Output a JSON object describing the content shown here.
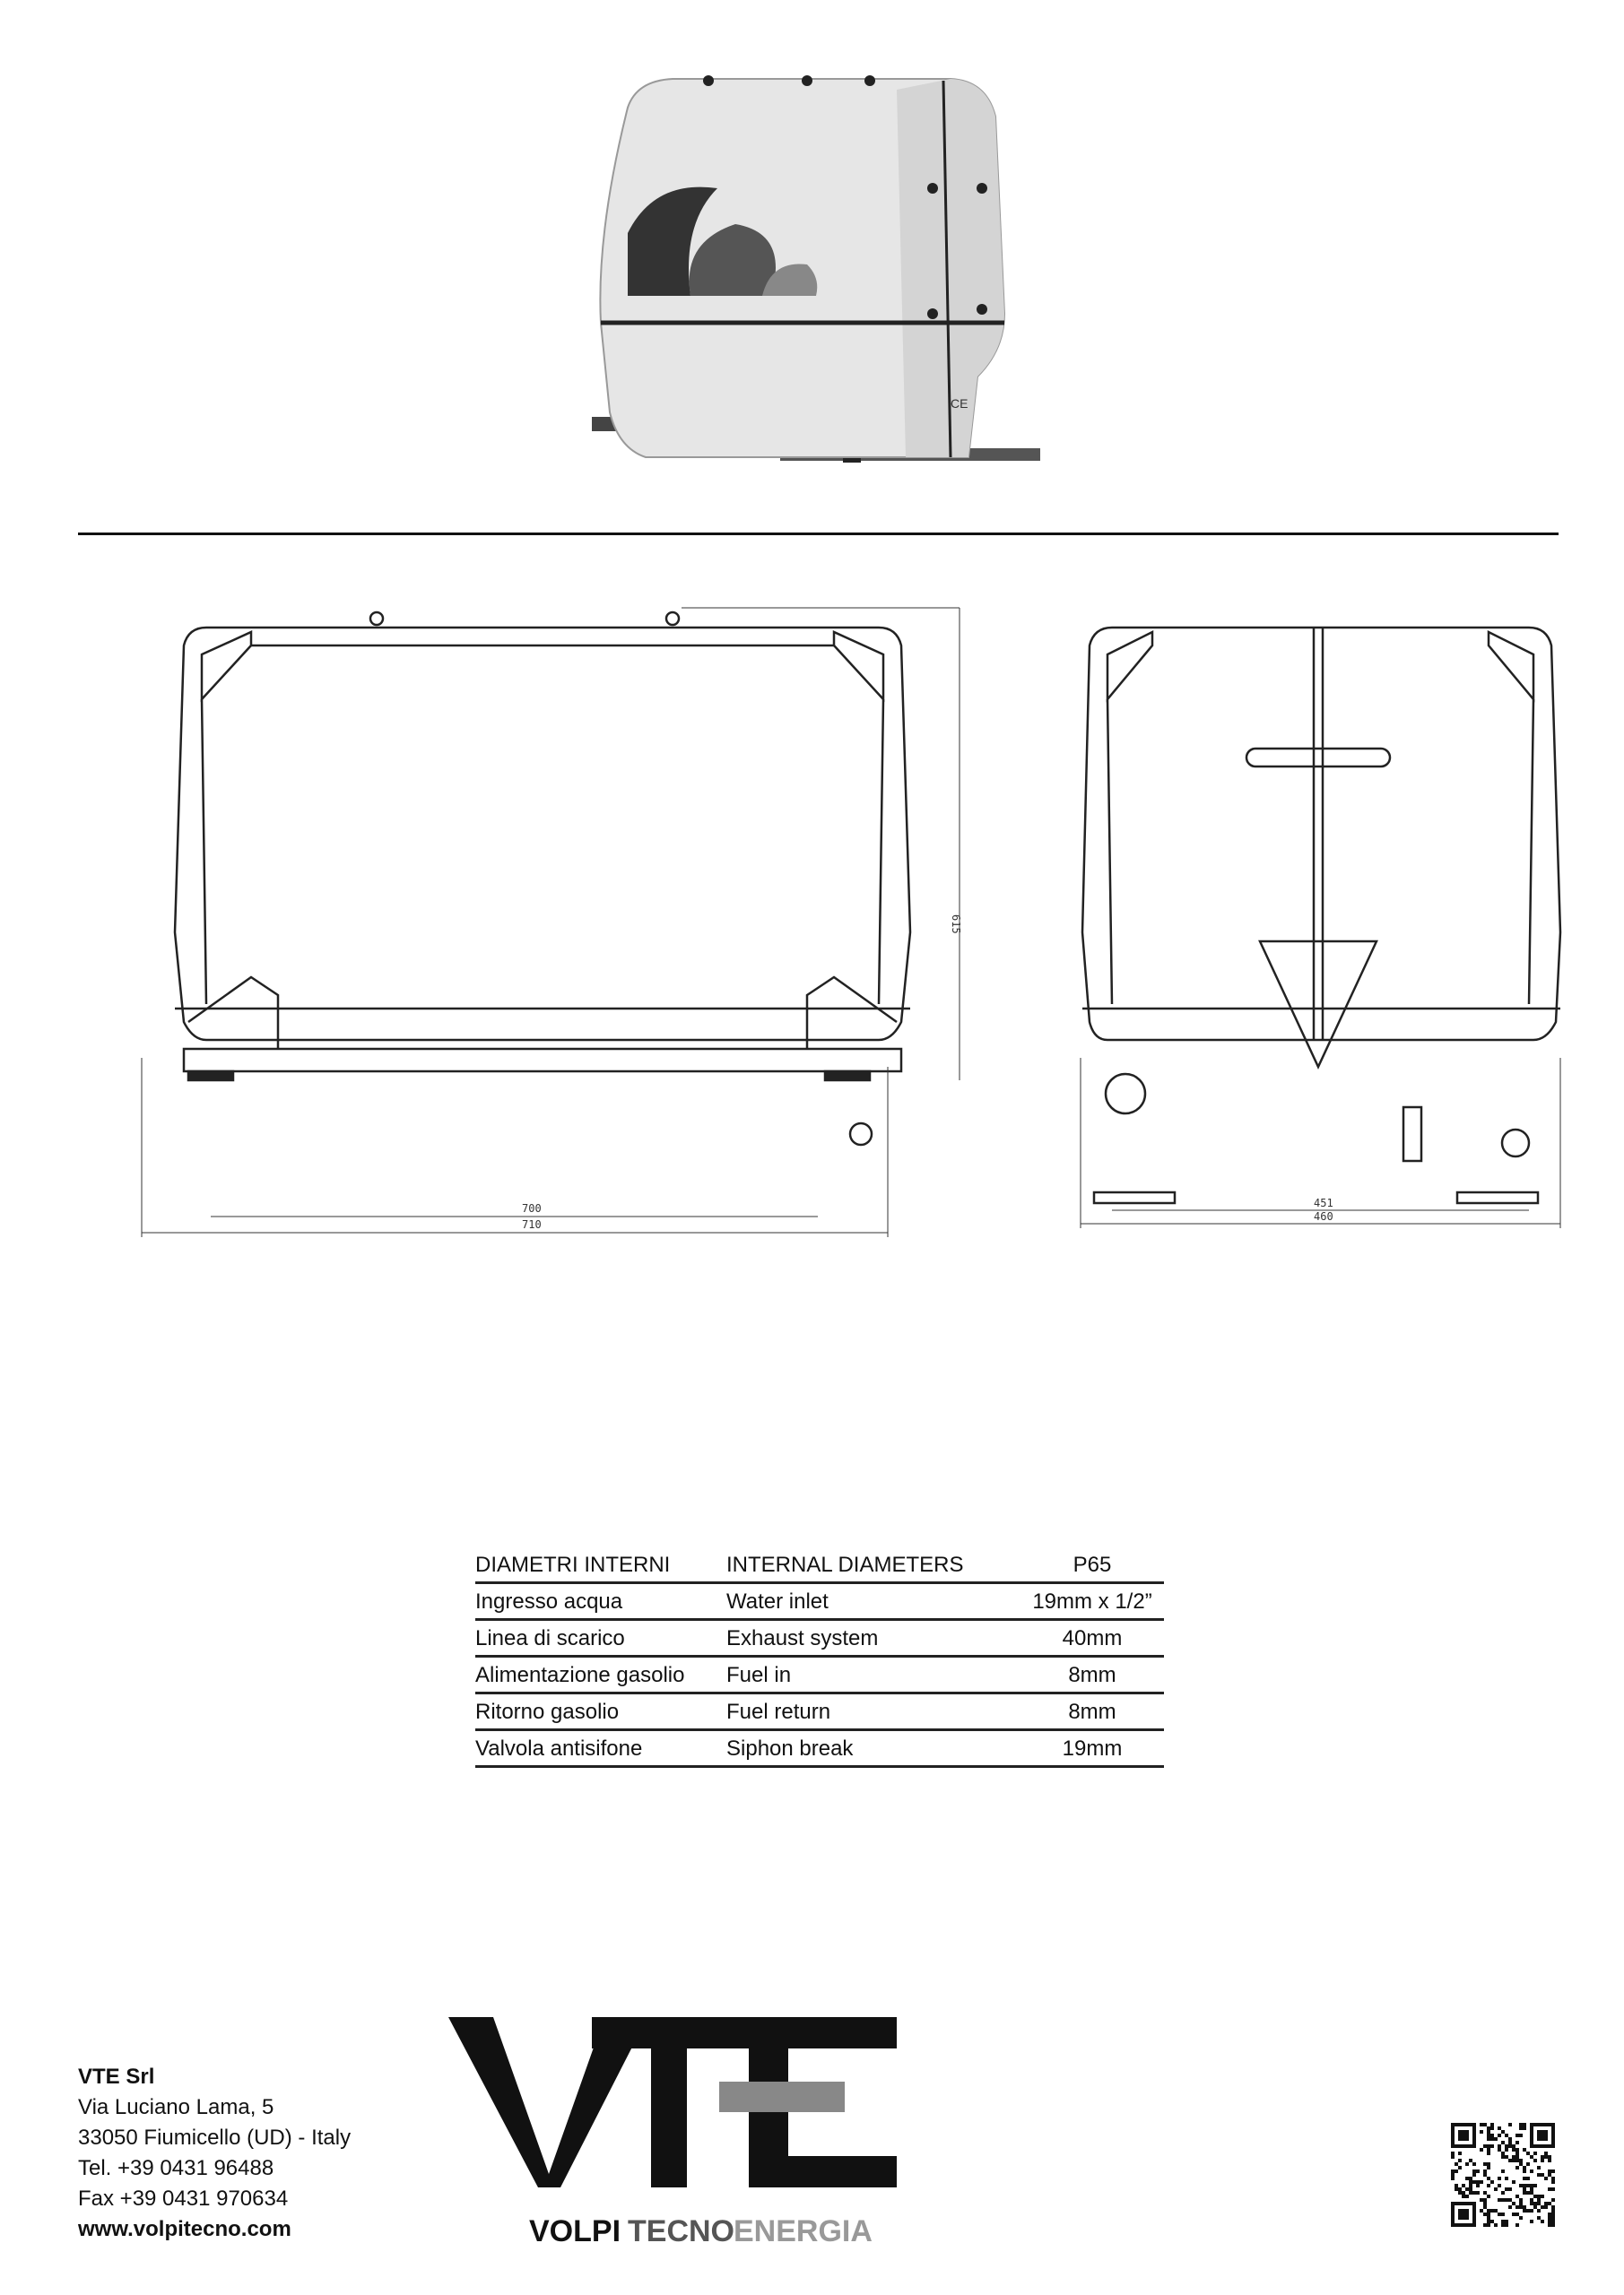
{
  "drawing": {
    "height_dim": "615",
    "front_width_inner": "700",
    "front_width_outer": "710",
    "side_width_inner": "451",
    "side_width_outer": "460",
    "ce_mark": "CE"
  },
  "specs": {
    "headers": [
      "DIAMETRI INTERNI",
      "INTERNAL DIAMETERS",
      "P65"
    ],
    "rows": [
      [
        "Ingresso acqua",
        "Water inlet",
        "19mm x 1/2”"
      ],
      [
        "Linea di scarico",
        "Exhaust system",
        "40mm"
      ],
      [
        "Alimentazione gasolio",
        "Fuel in",
        "8mm"
      ],
      [
        "Ritorno gasolio",
        "Fuel return",
        "8mm"
      ],
      [
        "Valvola antisifone",
        "Siphon break",
        "19mm"
      ]
    ]
  },
  "footer": {
    "company": "VTE Srl",
    "street": "Via Luciano Lama, 5",
    "city": "33050 Fiumicello (UD) - Italy",
    "tel": "Tel. +39 0431 96488",
    "fax": "Fax +39 0431 970634",
    "website": "www.volpitecno.com"
  },
  "logo": {
    "mark": "VTE",
    "tagline_1": "VOLPI",
    "tagline_2": "TECNO",
    "tagline_3": "ENERGIA"
  }
}
